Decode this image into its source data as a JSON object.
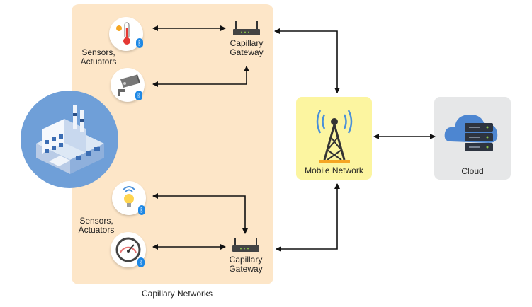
{
  "labels": {
    "sensors_top": [
      "Sensors,",
      "Actuators"
    ],
    "sensors_bottom": [
      "Sensors,",
      "Actuators"
    ],
    "gateway_top": [
      "Capillary",
      "Gateway"
    ],
    "gateway_bottom": [
      "Capillary",
      "Gateway"
    ],
    "mobile_network": "Mobile Network",
    "cloud": "Cloud",
    "capillary_networks": "Capillary Networks"
  },
  "colors": {
    "capillary_bg": "#fde6c8",
    "mobile_bg": "#fcf5a0",
    "cloud_bg": "#e6e7e8",
    "factory_circle": "#6f9fd8",
    "bluetooth": "#1e88e5",
    "arrow": "#111111"
  },
  "icons": {
    "thermometer": "thermometer-icon",
    "camera": "security-camera-icon",
    "bulb": "smart-bulb-icon",
    "gauge": "gauge-icon",
    "gateway": "router-icon",
    "tower": "cell-tower-icon",
    "cloud": "cloud-server-icon",
    "factory": "factory-icon",
    "bluetooth": "bluetooth-icon"
  }
}
